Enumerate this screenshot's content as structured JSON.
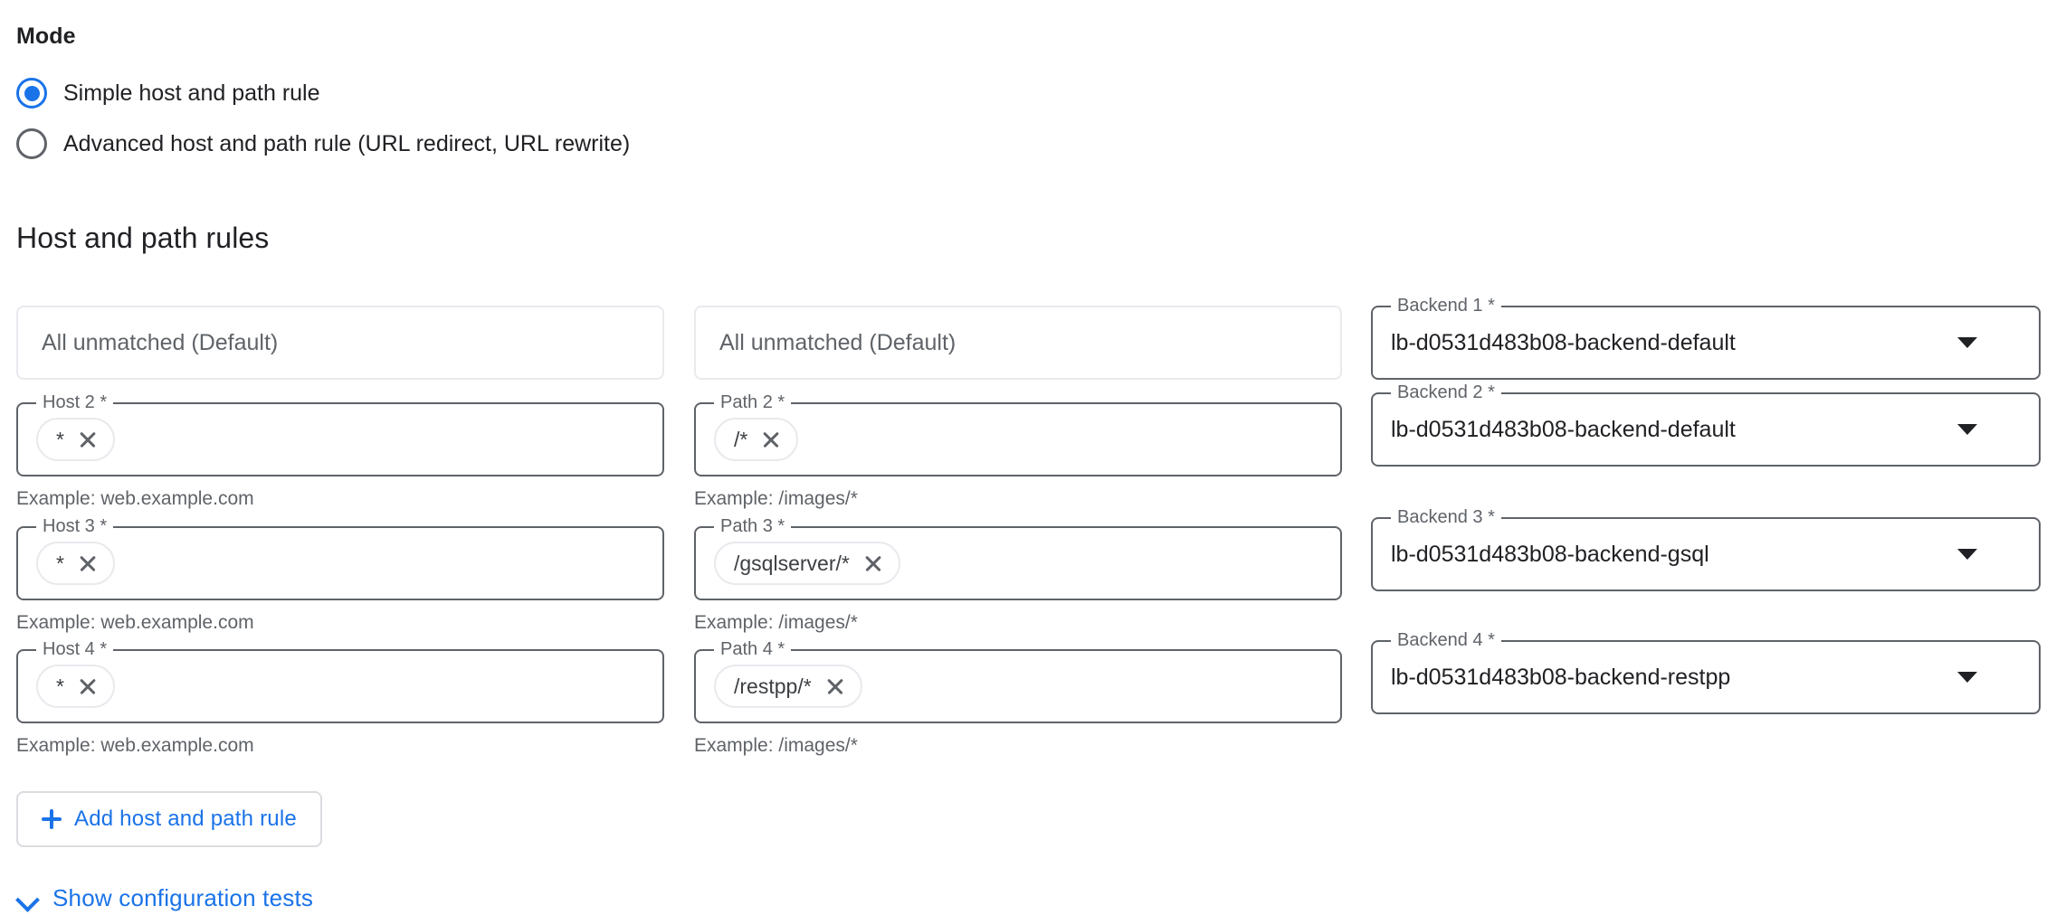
{
  "mode": {
    "heading": "Mode",
    "options": [
      {
        "label": "Simple host and path rule",
        "selected": true
      },
      {
        "label": "Advanced host and path rule (URL redirect, URL rewrite)",
        "selected": false
      }
    ]
  },
  "rules_section": {
    "title": "Host and path rules",
    "default_row": {
      "host_text": "All unmatched (Default)",
      "path_text": "All unmatched (Default)",
      "backend_label": "Backend 1 *",
      "backend_value": "lb-d0531d483b08-backend-default"
    },
    "rows": [
      {
        "host_label": "Host 2 *",
        "host_chip": "*",
        "host_hint": "Example: web.example.com",
        "path_label": "Path 2 *",
        "path_chip": "/*",
        "path_hint": "Example: /images/*",
        "backend_label": "Backend 2 *",
        "backend_value": "lb-d0531d483b08-backend-default"
      },
      {
        "host_label": "Host 3 *",
        "host_chip": "*",
        "host_hint": "Example: web.example.com",
        "path_label": "Path 3 *",
        "path_chip": "/gsqlserver/*",
        "path_hint": "Example: /images/*",
        "backend_label": "Backend 3 *",
        "backend_value": "lb-d0531d483b08-backend-gsql"
      },
      {
        "host_label": "Host 4 *",
        "host_chip": "*",
        "host_hint": "Example: web.example.com",
        "path_label": "Path 4 *",
        "path_chip": "/restpp/*",
        "path_hint": "Example: /images/*",
        "backend_label": "Backend 4 *",
        "backend_value": "lb-d0531d483b08-backend-restpp"
      }
    ]
  },
  "actions": {
    "add_rule_label": "Add host and path rule",
    "show_tests_label": "Show configuration tests"
  },
  "colors": {
    "accent_blue": "#1a73e8",
    "text_primary": "#202124",
    "text_secondary": "#5f6368",
    "border": "#5f6368",
    "border_light": "#e8eaed"
  }
}
